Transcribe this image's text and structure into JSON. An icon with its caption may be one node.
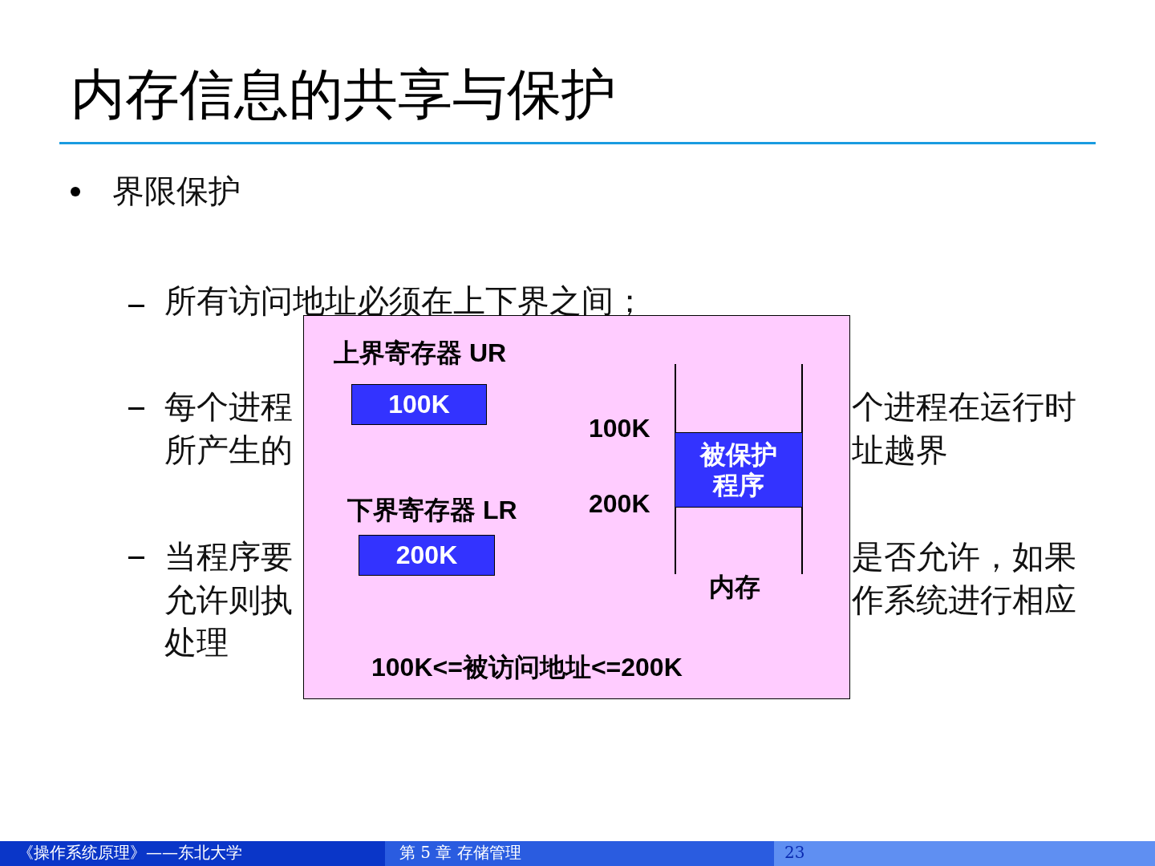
{
  "diagram": {
    "title": "内存信息的共享与保护",
    "nodes": [
      {
        "text": [],
        "shape": "box"
      },
      {
        "text": [
          "100K"
        ],
        "in": 0,
        "beside": [
          "上界寄存器 UR"
        ]
      },
      {
        "text": [
          "200K"
        ],
        "in": 0,
        "beside": [
          "下界寄存器 LR"
        ]
      },
      {
        "text": [
          "被保护程序"
        ],
        "in": 0,
        "beside": [
          "100K",
          "200K"
        ]
      }
    ],
    "edges": [],
    "labels": [
      "界限保护",
      "所有访问地址必须在上下界之间；",
      "每个进程",
      "个进程在运行时",
      "所产生的",
      "址越界",
      "当程序要",
      "是否允许，如果",
      "允许则执",
      "作系统进行相应",
      "处理",
      "内存",
      "100K<=被访问地址<=200K",
      "《操作系统原理》——东北大学",
      "第 5 章  存储管理",
      "23"
    ]
  }
}
